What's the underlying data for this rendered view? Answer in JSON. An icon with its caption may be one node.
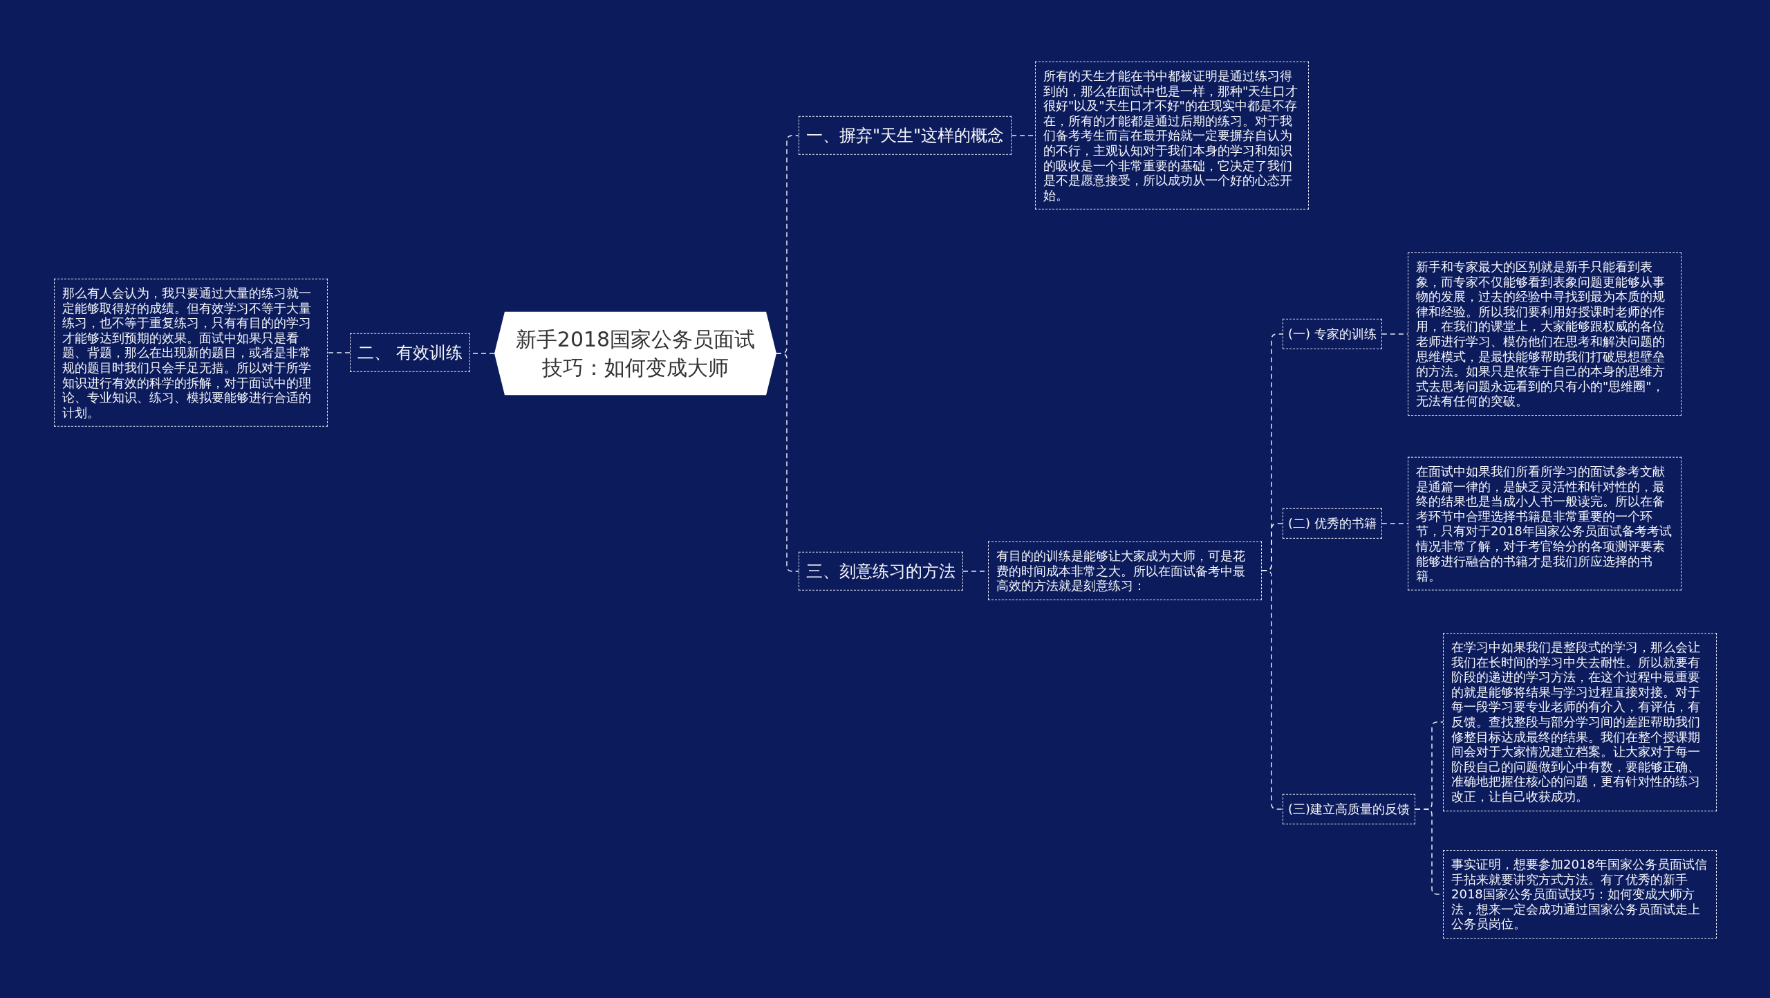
{
  "diagram": {
    "nodes": [
      {
        "text": [
          "新手2018国家公务员面试技巧：如何变成大师"
        ]
      },
      {
        "text": [
          "一、摒弃\"天生\"这样的概念"
        ]
      },
      {
        "text": [
          "所有的天生才能在书中都被证明是通过练习得到的，那么在面试中也是一样，那种\"天生口才很好\"以及\"天生口才不好\"的在现实中都是不存在，所有的才能都是通过后期的练习。对于我们备考考生而言在最开始就一定要摒弃自认为的不行，主观认知对于我们本身的学习和知识的吸收是一个非常重要的基础，它决定了我们是不是愿意接受，所以成功从一个好的心态开始。"
        ]
      },
      {
        "text": [
          "二、 有效训练"
        ]
      },
      {
        "text": [
          "那么有人会认为，我只要通过大量的练习就一定能够取得好的成绩。但有效学习不等于大量练习，也不等于重复练习，只有有目的的学习才能够达到预期的效果。面试中如果只是看题、背题，那么在出现新的题目，或者是非常规的题目时我们只会手足无措。所以对于所学知识进行有效的科学的拆解，对于面试中的理论、专业知识、练习、模拟要能够进行合适的计划。"
        ]
      },
      {
        "text": [
          "三、刻意练习的方法"
        ]
      },
      {
        "text": [
          "有目的的训练是能够让大家成为大师，可是花费的时间成本非常之大。所以在面试备考中最高效的方法就是刻意练习："
        ]
      },
      {
        "text": [
          "(一) 专家的训练"
        ]
      },
      {
        "text": [
          "新手和专家最大的区别就是新手只能看到表象，而专家不仅能够看到表象问题更能够从事物的发展，过去的经验中寻找到最为本质的规律和经验。所以我们要利用好授课时老师的作用，在我们的课堂上，大家能够跟权威的各位老师进行学习、模仿他们在思考和解决问题的思维模式，是最快能够帮助我们打破思想壁垒的方法。如果只是依靠于自己的本身的思维方式去思考问题永远看到的只有小的\"思维圈\"，无法有任何的突破。"
        ]
      },
      {
        "text": [
          "(二) 优秀的书籍"
        ]
      },
      {
        "text": [
          "在面试中如果我们所看所学习的面试参考文献是通篇一律的，是缺乏灵活性和针对性的，最终的结果也是当成小人书一般读完。所以在备考环节中合理选择书籍是非常重要的一个环节，只有对于2018年国家公务员面试备考考试情况非常了解，对于考官给分的各项测评要素能够进行融合的书籍才是我们所应选择的书籍。"
        ]
      },
      {
        "text": [
          "(三)建立高质量的反馈"
        ]
      },
      {
        "text": [
          "在学习中如果我们是整段式的学习，那么会让我们在长时间的学习中失去耐性。所以就要有阶段的递进的学习方法，在这个过程中最重要的就是能够将结果与学习过程直接对接。对于每一段学习要专业老师的有介入，有评估，有反馈。查找整段与部分学习间的差距帮助我们修整目标达成最终的结果。我们在整个授课期间会对于大家情况建立档案。让大家对于每一阶段自己的问题做到心中有数，要能够正确、准确地把握住核心的问题，更有针对性的练习改正，让自己收获成功。"
        ]
      },
      {
        "text": [
          "事实证明，想要参加2018年国家公务员面试信手拈来就要讲究方式方法。有了优秀的新手2018国家公务员面试技巧：如何变成大师方法，想来一定会成功通过国家公务员面试走上公务员岗位。"
        ]
      }
    ],
    "edges": [
      {
        "from": 0,
        "to": 1,
        "arrow": "none",
        "style": "dashed"
      },
      {
        "from": 1,
        "to": 2,
        "arrow": "none",
        "style": "dashed"
      },
      {
        "from": 0,
        "to": 3,
        "arrow": "none",
        "style": "dashed"
      },
      {
        "from": 3,
        "to": 4,
        "arrow": "none",
        "style": "dashed"
      },
      {
        "from": 0,
        "to": 5,
        "arrow": "none",
        "style": "dashed"
      },
      {
        "from": 5,
        "to": 6,
        "arrow": "none",
        "style": "dashed"
      },
      {
        "from": 6,
        "to": 7,
        "arrow": "none",
        "style": "dashed"
      },
      {
        "from": 7,
        "to": 8,
        "arrow": "none",
        "style": "dashed"
      },
      {
        "from": 6,
        "to": 9,
        "arrow": "none",
        "style": "dashed"
      },
      {
        "from": 9,
        "to": 10,
        "arrow": "none",
        "style": "dashed"
      },
      {
        "from": 6,
        "to": 11,
        "arrow": "none",
        "style": "dashed"
      },
      {
        "from": 11,
        "to": 12,
        "arrow": "none",
        "style": "dashed"
      },
      {
        "from": 11,
        "to": 13,
        "arrow": "none",
        "style": "dashed"
      }
    ]
  }
}
